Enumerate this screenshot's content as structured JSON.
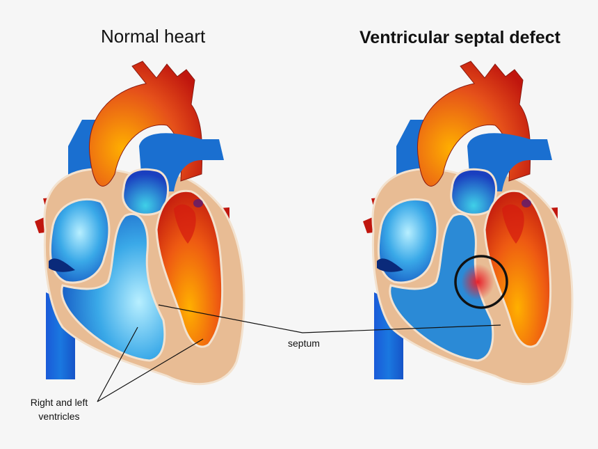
{
  "titles": {
    "normal": "Normal heart",
    "defect": "Ventricular septal defect"
  },
  "labels": {
    "septum": "septum",
    "ventricles_line1": "Right and left",
    "ventricles_line2": "ventricles"
  },
  "colors": {
    "background": "#f6f6f6",
    "artery_red": "#c0160e",
    "aorta_orange": "#f08a1a",
    "vein_blue": "#1a6fd0",
    "light_blue": "#7fd3f0",
    "tissue": "#e8bc94",
    "defect_ring": "#111111"
  }
}
